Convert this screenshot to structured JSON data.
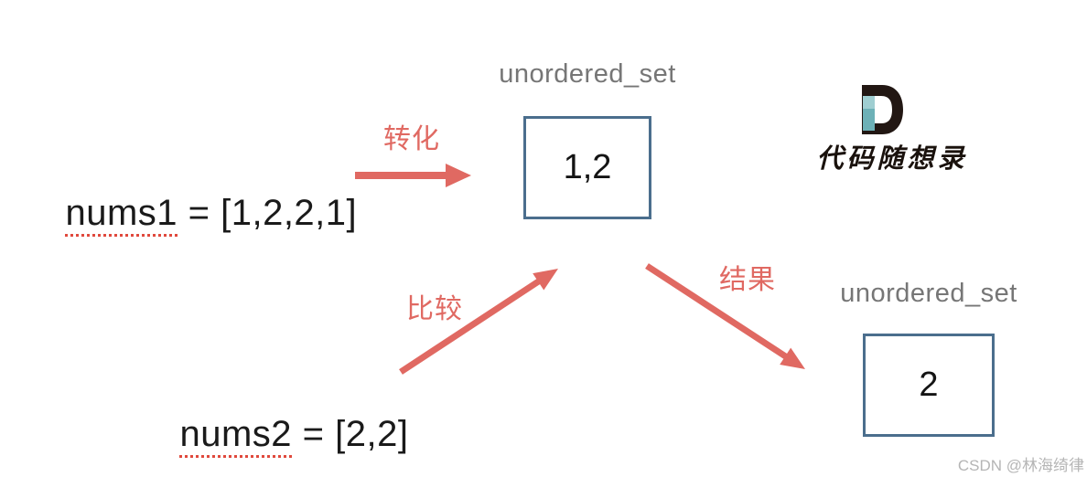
{
  "diagram": {
    "expressions": {
      "nums1": {
        "variable": "nums1",
        "assignment": " = [1,2,2,1]"
      },
      "nums2": {
        "variable": "nums2",
        "assignment": " = [2,2]"
      }
    },
    "arrow_labels": {
      "transform": "转化",
      "compare": "比较",
      "result": "结果"
    },
    "sets": {
      "set1": {
        "label": "unordered_set",
        "value": "1,2"
      },
      "set2": {
        "label": "unordered_set",
        "value": "2"
      }
    }
  },
  "logo": {
    "mark": "D",
    "brand": "代码随想录"
  },
  "watermark": "CSDN @林海绮律",
  "colors": {
    "arrow": "#e06962",
    "label_red": "#e06962",
    "box_border": "#4b6e8d",
    "set_label_gray": "#767676",
    "text": "#1a1a1a",
    "underline_red": "#e0493d",
    "watermark_gray": "#b5b5b5",
    "logo_dark": "#221713",
    "logo_teal_light": "#9fced1",
    "logo_teal_dark": "#6db1b7"
  }
}
